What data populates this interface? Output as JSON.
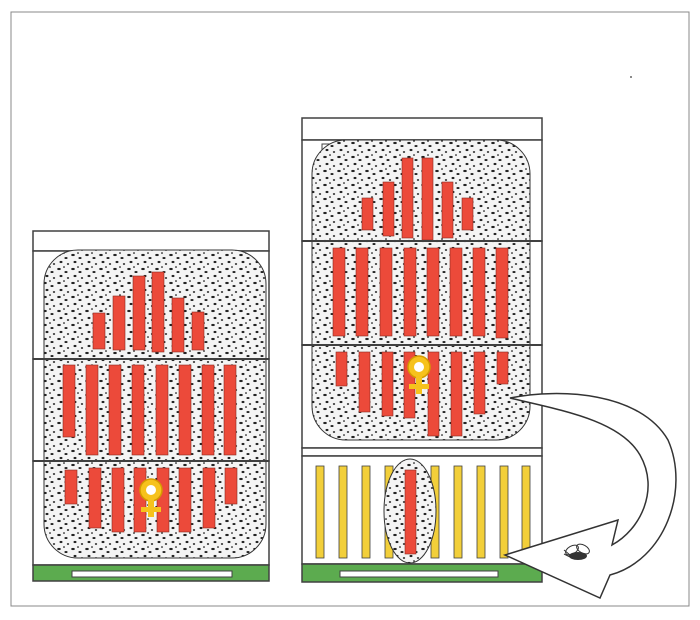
{
  "colors": {
    "background": "#ffffff",
    "frame_border": "#404040",
    "box_fill": "#ffffff",
    "brood_red": "#ec4a3a",
    "empty_frame_yellow": "#f2cf3a",
    "base_green": "#5cab4f",
    "queen_yellow": "#f6c21c",
    "cluster_dots": "#222222",
    "cluster_bg": "#f4f4f4"
  },
  "icons": {
    "queen": "queen-bee-icon",
    "worker": "worker-bee-icon",
    "arrow": "curved-return-arrow-icon"
  },
  "hives": [
    {
      "name": "hive-left",
      "boxes": [
        "top-box",
        "middle-box",
        "bottom-box"
      ],
      "has_queen": true
    },
    {
      "name": "hive-right",
      "boxes": [
        "top-box",
        "second-box",
        "third-box",
        "empty-bottom-box"
      ],
      "has_queen": true
    }
  ]
}
